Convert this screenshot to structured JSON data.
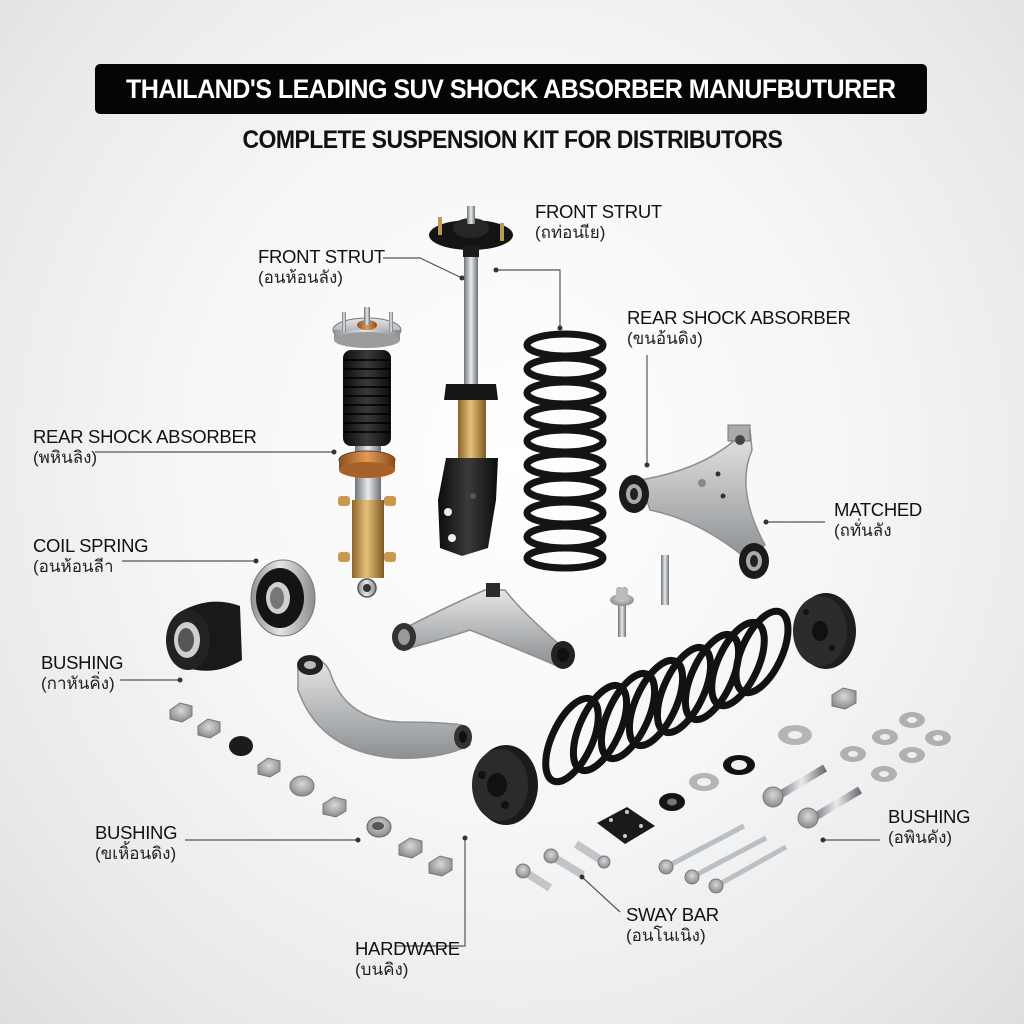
{
  "header": {
    "title": "THAILAND'S LEADING SUV SHOCK ABSORBER MANUFBUTURER",
    "subtitle": "COMPLETE SUSPENSION KIT FOR DISTRIBUTORS"
  },
  "callouts": [
    {
      "id": "front-strut-right",
      "en": "FRONT STRUT",
      "th": "(ถท่อนเีย)"
    },
    {
      "id": "front-strut-left",
      "en": "FRONT STRUT",
      "th": "(อนห้อนลัง)"
    },
    {
      "id": "rear-shock-right",
      "en": "REAR SHOCK ABSORBER",
      "th": "(ขนอ้นดิง)"
    },
    {
      "id": "rear-shock-left",
      "en": "REAR SHOCK ABSORBER",
      "th": "(พหินลิง)"
    },
    {
      "id": "matched",
      "en": "MATCHED",
      "th": "(ถทั่นลัง"
    },
    {
      "id": "coil-spring",
      "en": "COIL SPRING",
      "th": "(อนห้อนลีา"
    },
    {
      "id": "bushing-left",
      "en": "BUSHING",
      "th": "(กาหันคิ่ง)"
    },
    {
      "id": "bushing-lower-left",
      "en": "BUSHING",
      "th": "(ขเหิ้อนดิง)"
    },
    {
      "id": "bushing-right",
      "en": "BUSHING",
      "th": "(อพินคัง)"
    },
    {
      "id": "sway-bar",
      "en": "SWAY BAR",
      "th": "(อนโนเนิง)"
    },
    {
      "id": "hardware",
      "en": "HARDWARE",
      "th": "(บนคิง)"
    }
  ],
  "colors": {
    "banner_bg": "#050505",
    "banner_text": "#ffffff",
    "rubber_black": "#1a1a1a",
    "aluminium": "#b9bbbd",
    "brass": "#c99a4e",
    "copper": "#c27a3a",
    "leader_line": "#555555"
  }
}
